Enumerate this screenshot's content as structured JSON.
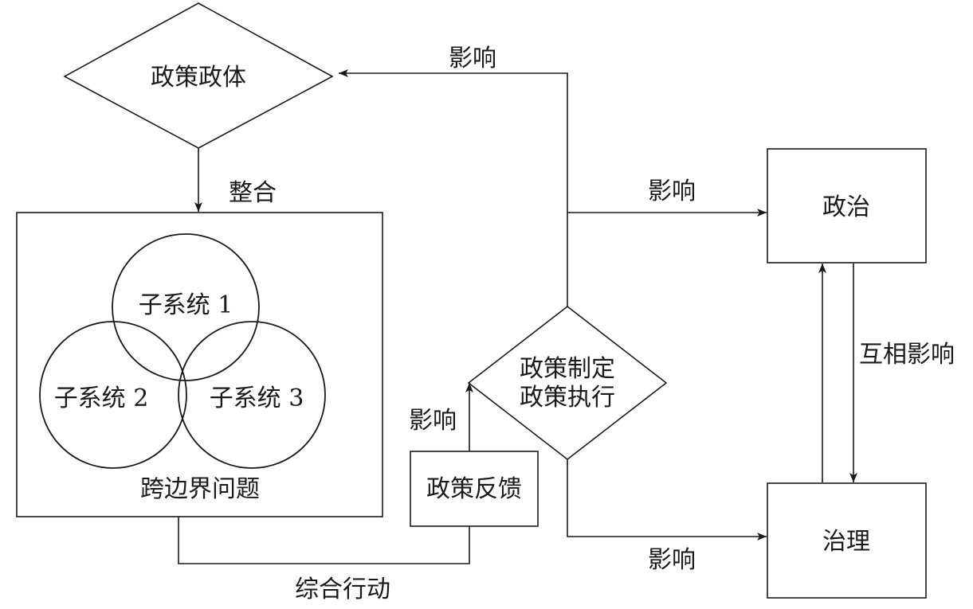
{
  "nodes": {
    "policy_polity": "政策政体",
    "subsystem_1": "子系统 1",
    "subsystem_2": "子系统 2",
    "subsystem_3": "子系统 3",
    "cross_boundary": "跨边界问题",
    "policy_feedback": "政策反馈",
    "policy_making_line1": "政策制定",
    "policy_making_line2": "政策执行",
    "politics": "政治",
    "governance": "治理"
  },
  "edges": {
    "integrate": "整合",
    "influence_top": "影响",
    "influence_to_politics": "影响",
    "influence_feedback": "影响",
    "influence_to_governance": "影响",
    "comprehensive_action": "综合行动",
    "mutual_influence": "互相影响"
  }
}
